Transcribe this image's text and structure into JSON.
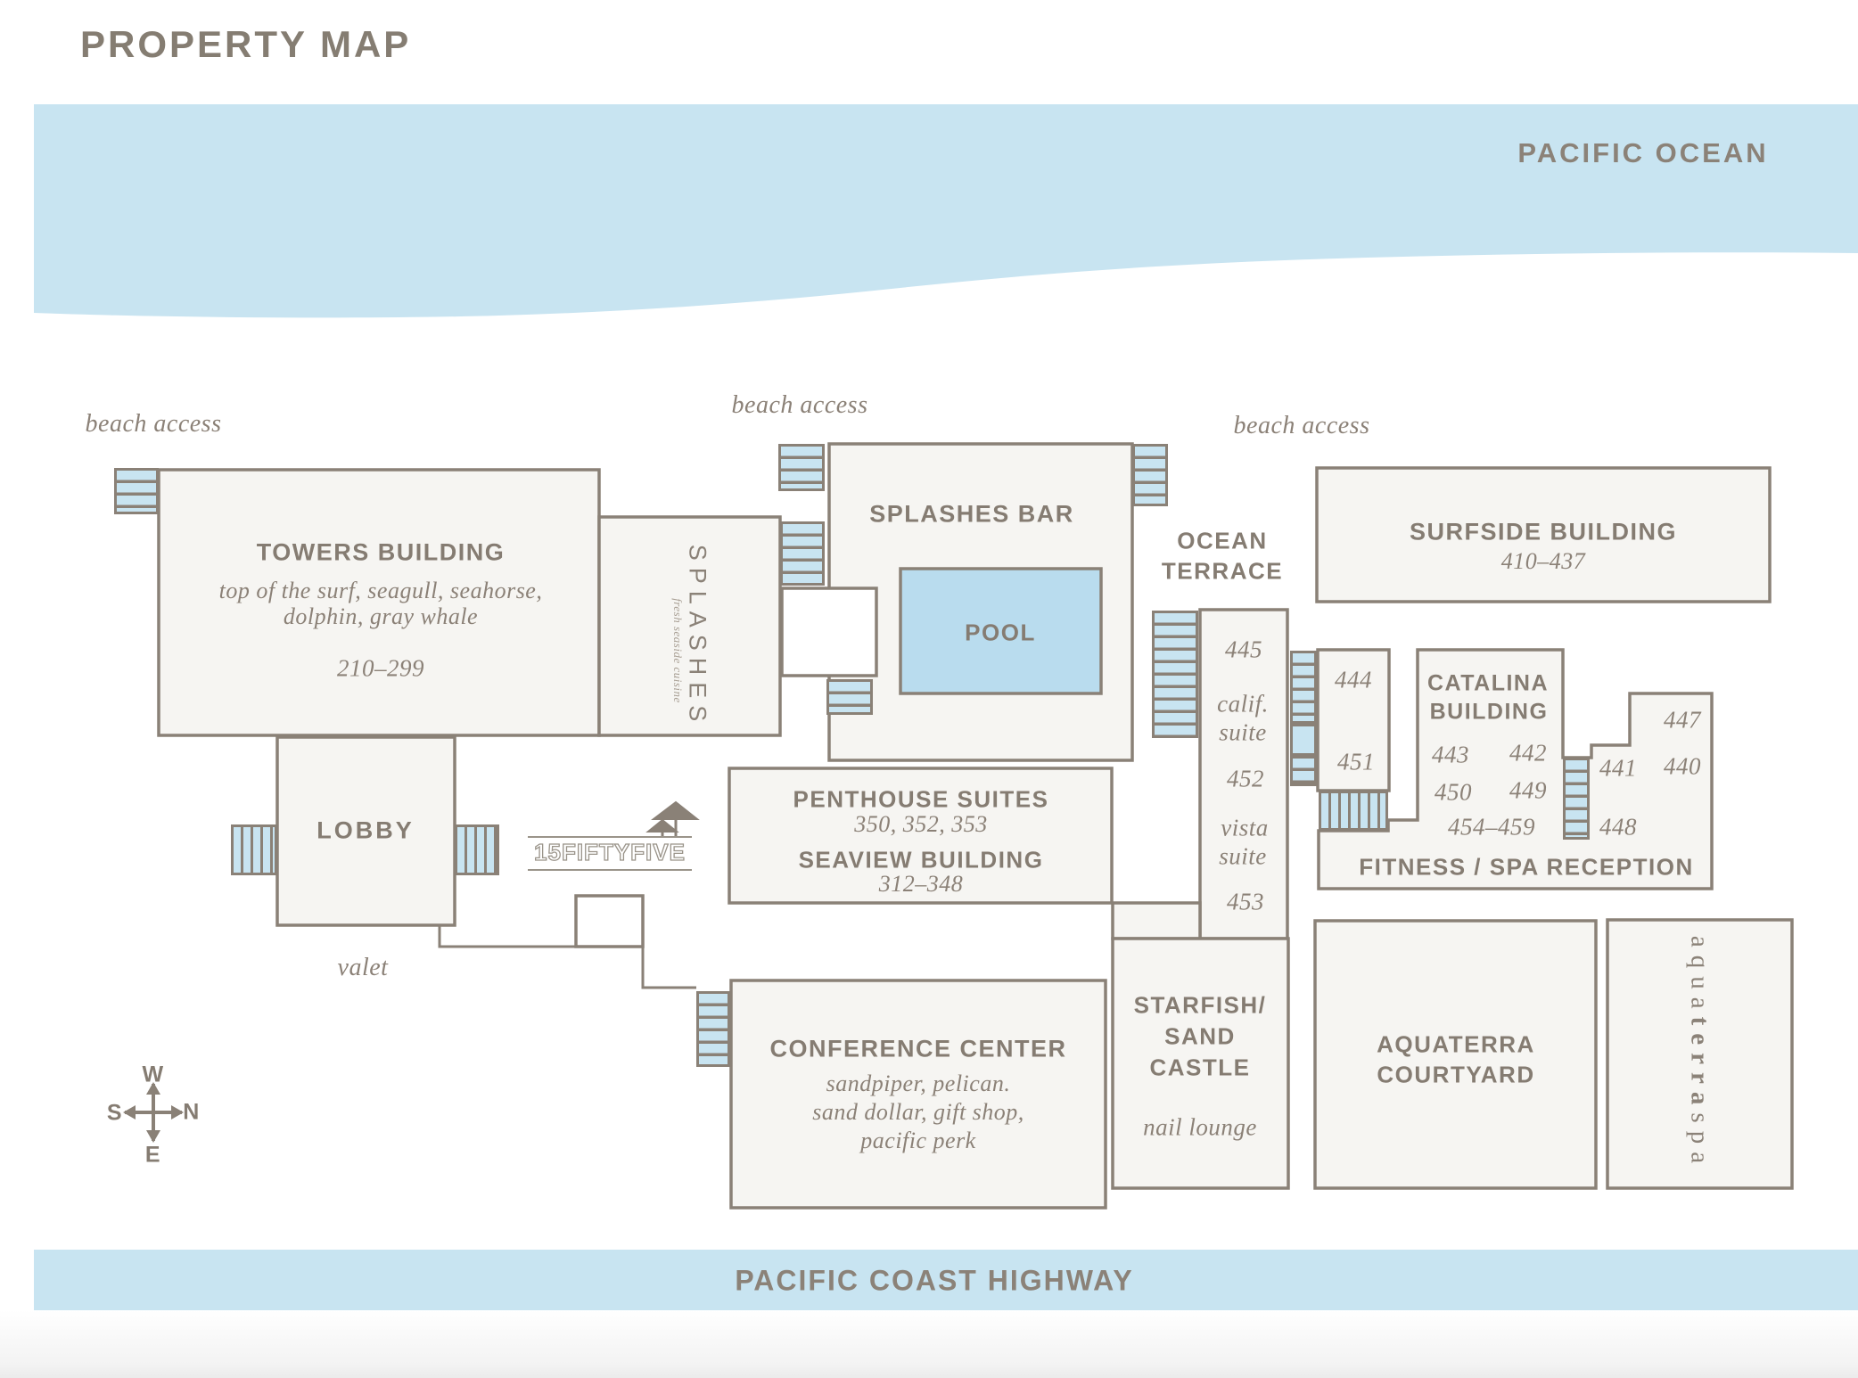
{
  "title": "PROPERTY MAP",
  "ocean": {
    "label": "PACIFIC OCEAN"
  },
  "highway": {
    "label": "PACIFIC COAST HIGHWAY"
  },
  "beach_access": "beach access",
  "valet": "valet",
  "compass": {
    "n": "N",
    "s": "S",
    "e": "E",
    "w": "W"
  },
  "logo": {
    "text": "15FIFTYFIVE"
  },
  "buildings": {
    "towers": {
      "name": "TOWERS BUILDING",
      "desc1": "top of the surf, seagull, seahorse,",
      "desc2": "dolphin, gray whale",
      "rooms": "210–299"
    },
    "splashes": {
      "name": "SPLASHES",
      "tagline": "fresh seaside cuisine"
    },
    "splashes_bar": {
      "name": "SPLASHES BAR"
    },
    "pool": {
      "name": "POOL"
    },
    "ocean_terrace": {
      "line1": "OCEAN",
      "line2": "TERRACE"
    },
    "surfside": {
      "name": "SURFSIDE BUILDING",
      "rooms": "410–437"
    },
    "lobby": {
      "name": "LOBBY"
    },
    "penthouse": {
      "line1": "PENTHOUSE SUITES",
      "line2": "350, 352, 353",
      "line3": "SEAVIEW BUILDING",
      "line4": "312–348"
    },
    "conference": {
      "name": "CONFERENCE CENTER",
      "desc1": "sandpiper, pelican.",
      "desc2": "sand dollar, gift shop,",
      "desc3": "pacific perk"
    },
    "starfish": {
      "line1": "STARFISH/",
      "line2": "SAND",
      "line3": "CASTLE",
      "desc": "nail lounge"
    },
    "aquaterra": {
      "line1": "AQUATERRA",
      "line2": "COURTYARD"
    },
    "spa": {
      "part1": "aqua",
      "part2": "terra",
      "part3": "spa"
    },
    "catalina": {
      "line1": "CATALINA",
      "line2": "BUILDING"
    },
    "fitness": {
      "name": "FITNESS / SPA RECEPTION"
    }
  },
  "rooms": {
    "r445": "445",
    "calif1": "calif.",
    "calif2": "suite",
    "r452": "452",
    "vista1": "vista",
    "vista2": "suite",
    "r453": "453",
    "r444": "444",
    "r451": "451",
    "r443": "443",
    "r442": "442",
    "r450": "450",
    "r449": "449",
    "r454459": "454–459",
    "r447": "447",
    "r441": "441",
    "r440": "440",
    "r448": "448"
  },
  "colors": {
    "accent_blue": "#c8e4f1",
    "pool_blue": "#b9dcee",
    "outline": "#8a8177",
    "text": "#857c72"
  }
}
